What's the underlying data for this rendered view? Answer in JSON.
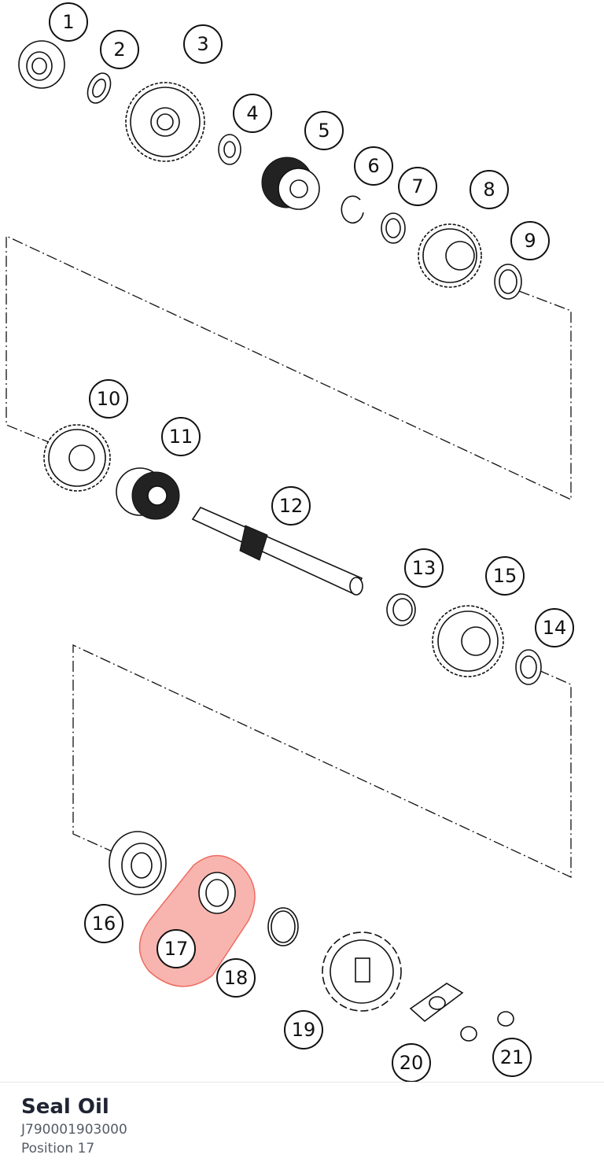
{
  "callouts": [
    {
      "label": "1"
    },
    {
      "label": "2"
    },
    {
      "label": "3"
    },
    {
      "label": "4"
    },
    {
      "label": "5"
    },
    {
      "label": "6"
    },
    {
      "label": "7"
    },
    {
      "label": "8"
    },
    {
      "label": "9"
    },
    {
      "label": "10"
    },
    {
      "label": "11"
    },
    {
      "label": "12"
    },
    {
      "label": "13"
    },
    {
      "label": "15"
    },
    {
      "label": "14"
    },
    {
      "label": "16"
    },
    {
      "label": "17"
    },
    {
      "label": "18"
    },
    {
      "label": "19"
    },
    {
      "label": "20"
    },
    {
      "label": "21"
    }
  ],
  "highlight": {
    "color": "#f4837a",
    "position": "17"
  },
  "selected_part": {
    "name": "Seal Oil",
    "number": "J790001903000",
    "position": "Position 17"
  }
}
